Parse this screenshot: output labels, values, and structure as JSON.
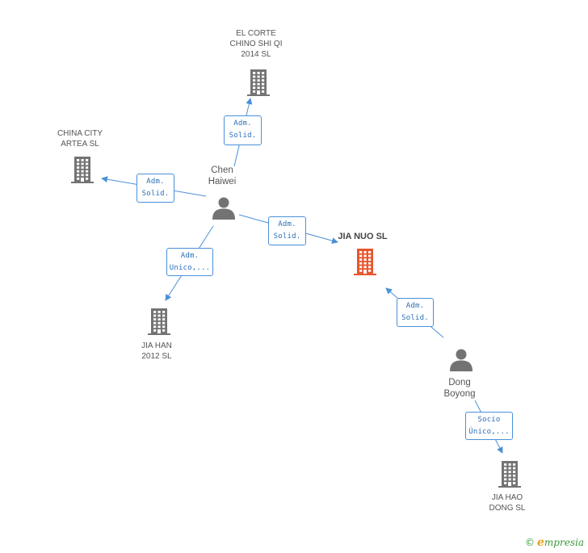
{
  "colors": {
    "company": "#737373",
    "company_main": "#e8562e",
    "person": "#737373",
    "edge": "#4a90d9",
    "edge_text": "#2a6fb8"
  },
  "nodes": {
    "el_corte": {
      "lines": [
        "EL CORTE",
        "CHINO SHI QI",
        "2014  SL"
      ],
      "icon": "building-icon"
    },
    "china_city": {
      "lines": [
        "CHINA CITY",
        "ARTEA  SL"
      ],
      "icon": "building-icon"
    },
    "jia_nuo": {
      "lines": [
        "JIA NUO SL"
      ],
      "icon": "building-icon"
    },
    "jia_han": {
      "lines": [
        "JIA HAN",
        "2012 SL"
      ],
      "icon": "building-icon"
    },
    "jia_hao": {
      "lines": [
        "JIA HAO",
        "DONG SL"
      ],
      "icon": "building-icon"
    },
    "chen": {
      "lines": [
        "Chen",
        "Haiwei"
      ],
      "icon": "person-icon"
    },
    "dong": {
      "lines": [
        "Dong",
        "Boyong"
      ],
      "icon": "person-icon"
    }
  },
  "edges": {
    "chen_elcorte": [
      "Adm.",
      "Solid."
    ],
    "chen_chinacity": [
      "Adm.",
      "Solid."
    ],
    "chen_jianuo": [
      "Adm.",
      "Solid."
    ],
    "chen_jiahan": [
      "Adm.",
      "Unico,..."
    ],
    "dong_jianuo": [
      "Adm.",
      "Solid."
    ],
    "dong_jiahao": [
      "Socio",
      "Único,..."
    ]
  },
  "brand": {
    "copyright": "©",
    "initial": "e",
    "rest": "mpresia"
  }
}
